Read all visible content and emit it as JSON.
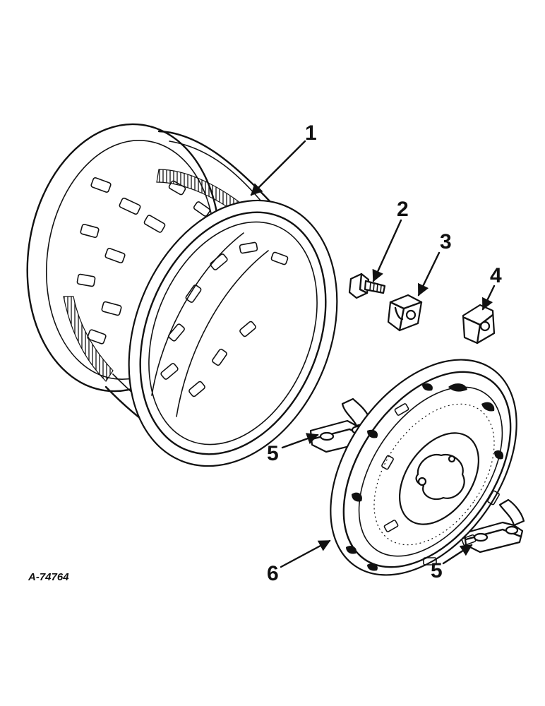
{
  "figure_ref": "A-74764",
  "callouts": {
    "c1": "1",
    "c2": "2",
    "c3": "3",
    "c4": "4",
    "c5a": "5",
    "c5b": "5",
    "c6": "6"
  }
}
